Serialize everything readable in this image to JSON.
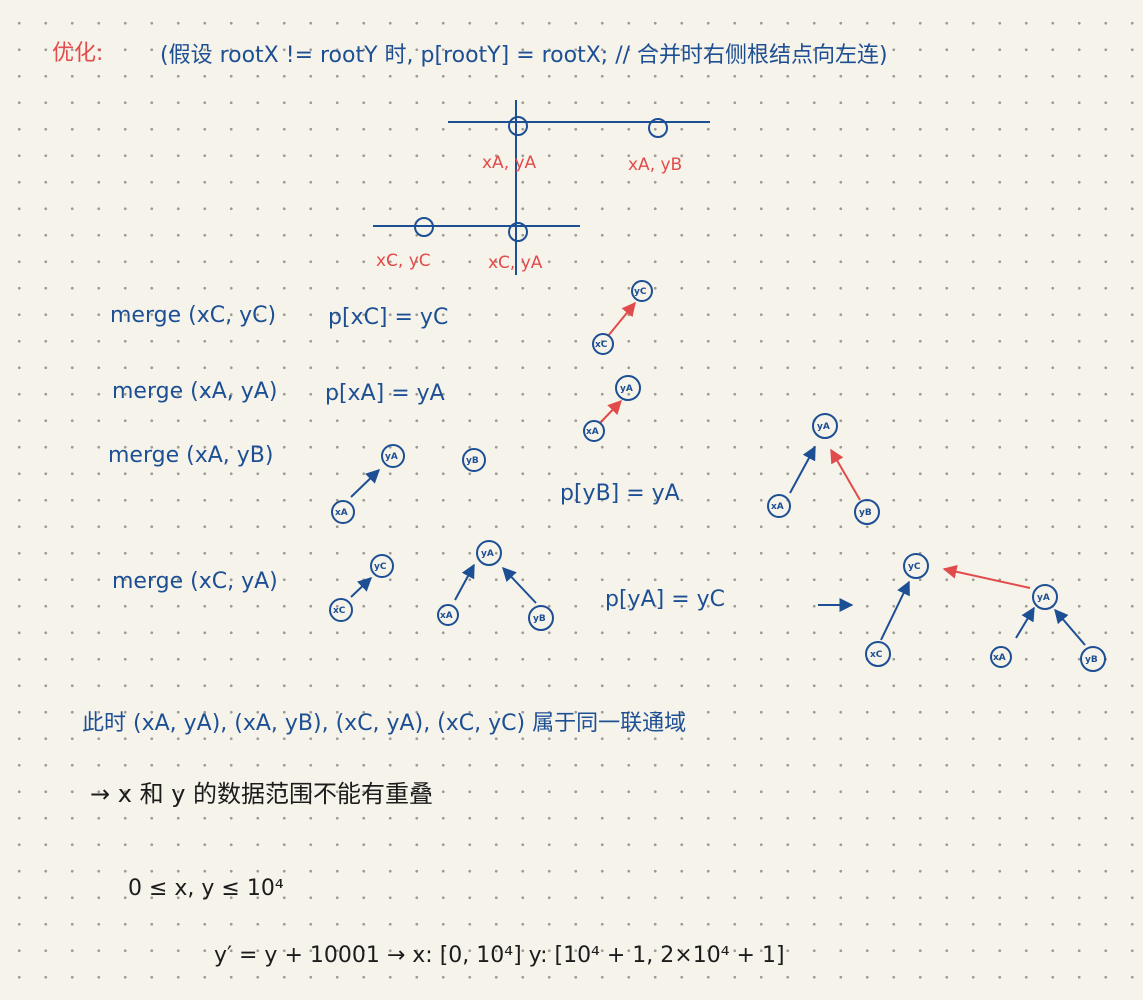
{
  "title": {
    "label": "优化:",
    "text": "(假设 rootX != rootY 时, p[rootY] = rootX;  // 合并时右侧根结点向左连)"
  },
  "grid": {
    "nodes": [
      {
        "label": "xA, yA",
        "id": "ax"
      },
      {
        "label": "xA, yB",
        "id": "bx"
      },
      {
        "label": "xC, yC",
        "id": "cx"
      },
      {
        "label": "xC, yA",
        "id": "dx"
      }
    ]
  },
  "steps": [
    {
      "call": "merge (xC, yC)",
      "assign": "p[xC] = yC"
    },
    {
      "call": "merge (xA, yA)",
      "assign": "p[xA] = yA"
    },
    {
      "call": "merge (xA, yB)",
      "assign": "p[yB] = yA"
    },
    {
      "call": "merge (xC, yA)",
      "assign": "p[yA] = yC"
    }
  ],
  "trees": {
    "xa": "xA",
    "ya": "yA",
    "yb": "yB",
    "xc": "xC",
    "yc": "yC"
  },
  "conclusion": {
    "line1": "此时 (xA, yA), (xA, yB), (xC, yA), (xC, yC) 属于同一联通域",
    "line2": "→  x 和 y 的数据范围不能有重叠",
    "range": "0 ≤ x, y ≤ 10⁴",
    "transform": "y′ = y + 10001   → x: [0, 10⁴]    y: [10⁴ + 1,  2×10⁴ + 1]"
  },
  "colors": {
    "blue": "#1d4f94",
    "red": "#e24b4b",
    "black": "#1c1c1c"
  }
}
